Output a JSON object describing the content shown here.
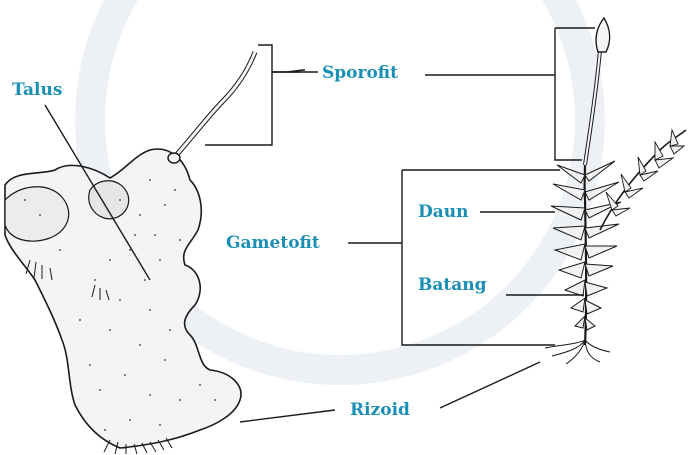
{
  "labels": {
    "talus": "Talus",
    "sporofit": "Sporofit",
    "gametofit": "Gametofit",
    "daun": "Daun",
    "batang": "Batang",
    "rizoid": "Rizoid"
  },
  "colors": {
    "label": "#1a8fb5",
    "ink": "#1a1a1a",
    "watermark": "#e8eef3"
  }
}
